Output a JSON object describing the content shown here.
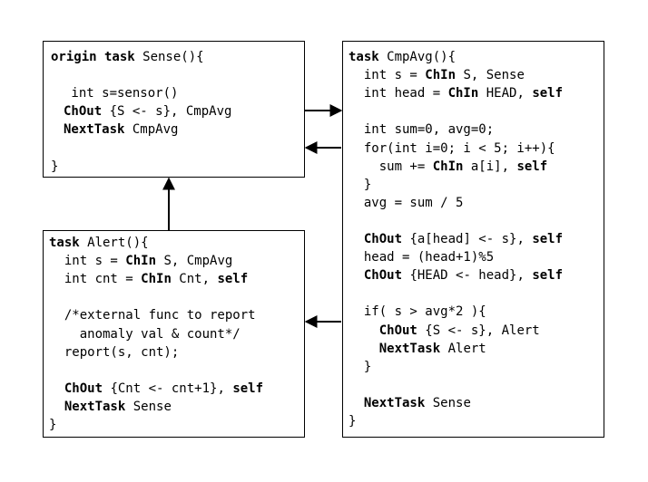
{
  "sense_task": {
    "lines": [
      [
        {
          "t": "origin task",
          "b": true
        },
        {
          "t": " Sense(){"
        }
      ],
      [],
      [
        {
          "t": " int s=sensor()"
        }
      ],
      [
        {
          "t": "ChOut",
          "b": true
        },
        {
          "t": " {S <- s}, CmpAvg"
        }
      ],
      [
        {
          "t": "NextTask",
          "b": true
        },
        {
          "t": " CmpAvg"
        }
      ],
      [],
      [
        {
          "t": "}"
        }
      ]
    ]
  },
  "alert_task": {
    "lines": [
      [
        {
          "t": "task",
          "b": true
        },
        {
          "t": " Alert(){"
        }
      ],
      [
        {
          "t": "  int s = "
        },
        {
          "t": "ChIn",
          "b": true
        },
        {
          "t": " S, CmpAvg"
        }
      ],
      [
        {
          "t": "  int cnt = "
        },
        {
          "t": "ChIn",
          "b": true
        },
        {
          "t": " Cnt, "
        },
        {
          "t": "self",
          "b": true
        }
      ],
      [],
      [
        {
          "t": "  /*external func to report"
        }
      ],
      [
        {
          "t": "    anomaly val & count*/"
        }
      ],
      [
        {
          "t": "  report(s, cnt);"
        }
      ],
      [],
      [
        {
          "t": "  "
        },
        {
          "t": "ChOut",
          "b": true
        },
        {
          "t": " {Cnt <- cnt+1}, "
        },
        {
          "t": "self",
          "b": true
        }
      ],
      [
        {
          "t": "  "
        },
        {
          "t": "NextTask",
          "b": true
        },
        {
          "t": " Sense"
        }
      ],
      [
        {
          "t": "}"
        }
      ]
    ]
  },
  "cmpavg_task": {
    "lines": [
      [
        {
          "t": "task",
          "b": true
        },
        {
          "t": " CmpAvg(){"
        }
      ],
      [
        {
          "t": "  int s = "
        },
        {
          "t": "ChIn",
          "b": true
        },
        {
          "t": " S, Sense"
        }
      ],
      [
        {
          "t": "  int head = "
        },
        {
          "t": "ChIn",
          "b": true
        },
        {
          "t": " HEAD, "
        },
        {
          "t": "self",
          "b": true
        }
      ],
      [],
      [
        {
          "t": "  int sum=0, avg=0;"
        }
      ],
      [
        {
          "t": "  for(int i=0; i < 5; i++){"
        }
      ],
      [
        {
          "t": "    sum += "
        },
        {
          "t": "ChIn",
          "b": true
        },
        {
          "t": " a[i], "
        },
        {
          "t": "self",
          "b": true
        }
      ],
      [
        {
          "t": "  }"
        }
      ],
      [
        {
          "t": "  avg = sum / 5"
        }
      ],
      [],
      [
        {
          "t": "  "
        },
        {
          "t": "ChOut",
          "b": true
        },
        {
          "t": " {a[head] <- s}, "
        },
        {
          "t": "self",
          "b": true
        }
      ],
      [
        {
          "t": "  head = (head+1)%5"
        }
      ],
      [
        {
          "t": "  "
        },
        {
          "t": "ChOut",
          "b": true
        },
        {
          "t": " {HEAD <- head}, "
        },
        {
          "t": "self",
          "b": true
        }
      ],
      [],
      [
        {
          "t": "  if( s > avg*2 ){"
        }
      ],
      [
        {
          "t": "    "
        },
        {
          "t": "ChOut",
          "b": true
        },
        {
          "t": " {S <- s}, Alert"
        }
      ],
      [
        {
          "t": "    "
        },
        {
          "t": "NextTask",
          "b": true
        },
        {
          "t": " Alert"
        }
      ],
      [
        {
          "t": "  }"
        }
      ],
      [],
      [
        {
          "t": "  "
        },
        {
          "t": "NextTask",
          "b": true
        },
        {
          "t": " Sense"
        }
      ],
      [
        {
          "t": "}"
        }
      ]
    ]
  }
}
